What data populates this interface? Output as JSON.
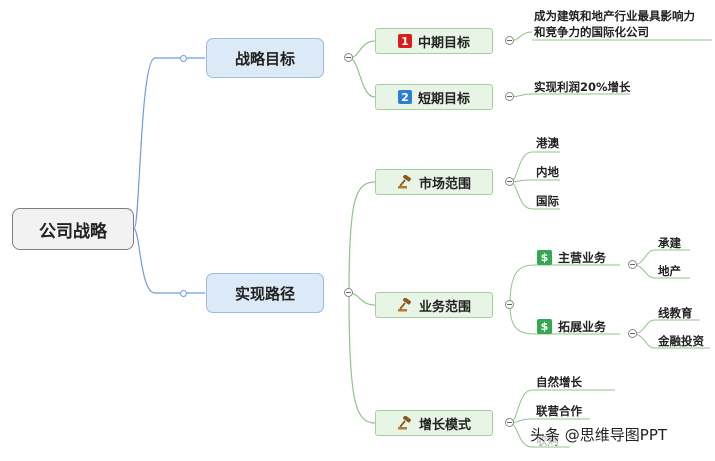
{
  "root": "公司战略",
  "branch_goals": {
    "label": "战略目标",
    "mid": {
      "icon_text": "1",
      "icon_color": "#d81e1e",
      "label": "中期目标",
      "text_lines": [
        "成为建筑和地产行业最具影响力",
        "和竞争力的国际化公司"
      ]
    },
    "short": {
      "icon_text": "2",
      "icon_color": "#2e7fd4",
      "label": "短期目标",
      "text": "实现利润20%增长"
    }
  },
  "branch_path": {
    "label": "实现路径",
    "market": {
      "icon": "gavel-icon",
      "label": "市场范围",
      "items": [
        "港澳",
        "内地",
        "国际"
      ]
    },
    "business": {
      "icon": "gavel-icon",
      "label": "业务范围",
      "main": {
        "icon": "dollar-icon",
        "label": "主营业务",
        "items": [
          "承建",
          "地产"
        ]
      },
      "expand": {
        "icon": "dollar-icon",
        "label": "拓展业务",
        "items": [
          "线教育",
          "金融投资"
        ]
      }
    },
    "growth": {
      "icon": "gavel-icon",
      "label": "增长模式",
      "items": [
        "自然增长",
        "联营合作",
        "收购"
      ]
    }
  },
  "watermark": "头条 @思维导图PPT",
  "colors": {
    "blue_line": "#6d9ed6",
    "green_line": "#8fc487",
    "l1_fill": "#dce9f7",
    "l2_fill": "#e8f4e6"
  }
}
